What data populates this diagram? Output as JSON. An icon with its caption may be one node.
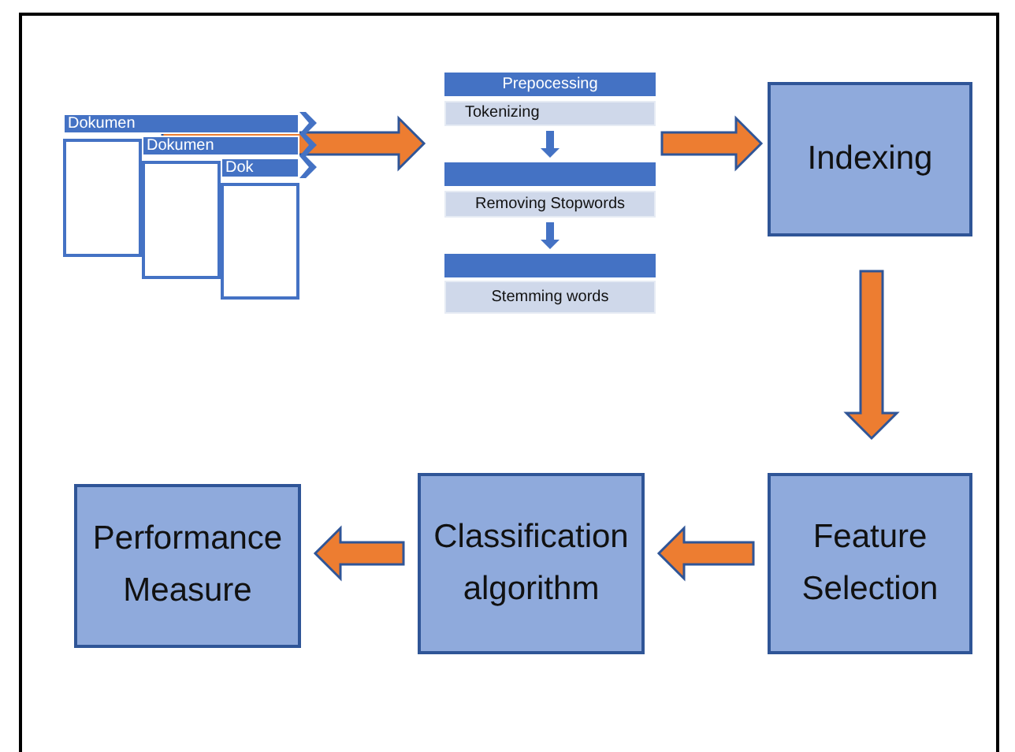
{
  "diagram": {
    "nodes": [
      {
        "text": [
          "Dokumen"
        ]
      },
      {
        "text": [
          "Dokumen"
        ]
      },
      {
        "text": [
          "Dok"
        ]
      },
      {
        "text": [
          "Prepocessing",
          "Tokenizing"
        ]
      },
      {
        "text": [
          "Removing Stopwords"
        ]
      },
      {
        "text": [
          "Stemming words"
        ]
      },
      {
        "text": [
          "Indexing"
        ]
      },
      {
        "text": [
          "Feature Selection"
        ]
      },
      {
        "text": [
          "Classification algorithm"
        ]
      },
      {
        "text": [
          "Performance Measure"
        ]
      }
    ],
    "edges": [
      {
        "from": 0,
        "to": 3,
        "arrow": "to"
      },
      {
        "from": 3,
        "to": 4,
        "arrow": "to",
        "color": "#4472c4"
      },
      {
        "from": 4,
        "to": 5,
        "arrow": "to",
        "color": "#4472c4"
      },
      {
        "from": 3,
        "to": 6,
        "arrow": "to"
      },
      {
        "from": 6,
        "to": 7,
        "arrow": "to"
      },
      {
        "from": 7,
        "to": 8,
        "arrow": "to"
      },
      {
        "from": 8,
        "to": 9,
        "arrow": "to"
      }
    ]
  }
}
